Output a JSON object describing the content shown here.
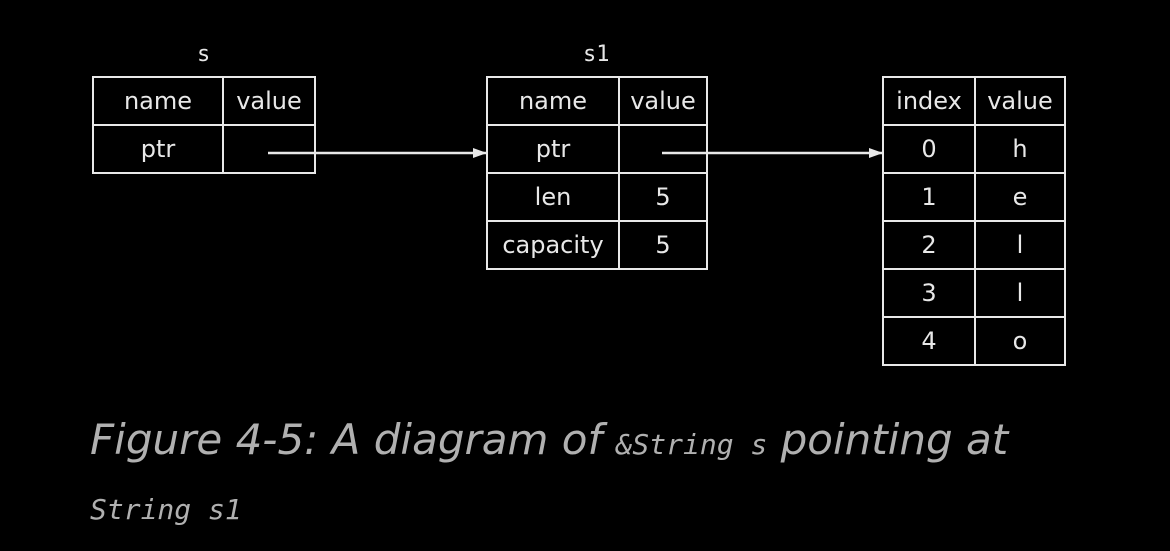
{
  "diagram": {
    "s": {
      "label": "s",
      "header": [
        "name",
        "value"
      ],
      "rows": [
        [
          "ptr",
          ""
        ]
      ]
    },
    "s1": {
      "label": "s1",
      "header": [
        "name",
        "value"
      ],
      "rows": [
        [
          "ptr",
          ""
        ],
        [
          "len",
          "5"
        ],
        [
          "capacity",
          "5"
        ]
      ]
    },
    "heap": {
      "header": [
        "index",
        "value"
      ],
      "rows": [
        [
          "0",
          "h"
        ],
        [
          "1",
          "e"
        ],
        [
          "2",
          "l"
        ],
        [
          "3",
          "l"
        ],
        [
          "4",
          "o"
        ]
      ]
    }
  },
  "caption": {
    "part1": "Figure 4-5: A diagram of ",
    "code1": "&String s",
    "part2": " pointing at ",
    "code2": "String s1"
  }
}
